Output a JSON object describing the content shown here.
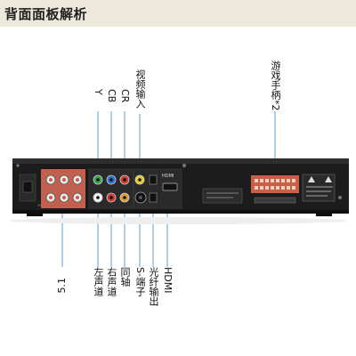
{
  "header": {
    "title": "背面面板解析"
  },
  "labels": {
    "top": {
      "y": "Y",
      "cb": "CB",
      "cr": "CR",
      "video_in": "视频输入",
      "gamepad2": "游戏手柄*2"
    },
    "bottom": {
      "s51": "5.1",
      "left": "左声道",
      "right": "右声道",
      "coax": "同轴",
      "svideo": "S-端子",
      "optical": "光纤输出",
      "hdmi": "HDMI"
    }
  },
  "colors": {
    "header_bg": "#ece9dc",
    "callout_line": "#5aa0d8",
    "device_body": "#1c1c1c",
    "jack_panel": "#c06050"
  }
}
